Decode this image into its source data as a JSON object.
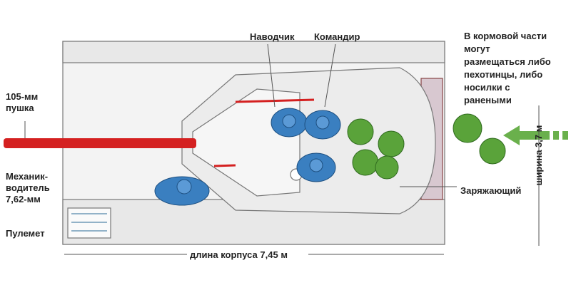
{
  "labels": {
    "gun": [
      "105-мм",
      "пушка"
    ],
    "driver": [
      "Механик-",
      "водитель",
      "7,62-мм"
    ],
    "machine_gun": "Пулемет",
    "gunner": "Наводчик",
    "commander": "Командир",
    "rear_note": [
      "В кормовой части",
      "могут",
      "размещаться либо",
      "пехотинцы, либо",
      "носилки с",
      "ранеными"
    ],
    "loader": "Заряжающий",
    "width": "ширина 3,7 м",
    "length": "длина корпуса 7,45 м"
  },
  "colors": {
    "gun": "#d42020",
    "crew": "#3a7fc0",
    "infantry": "#5aa33a",
    "hull": "#f2f2f2",
    "line": "#666666"
  }
}
